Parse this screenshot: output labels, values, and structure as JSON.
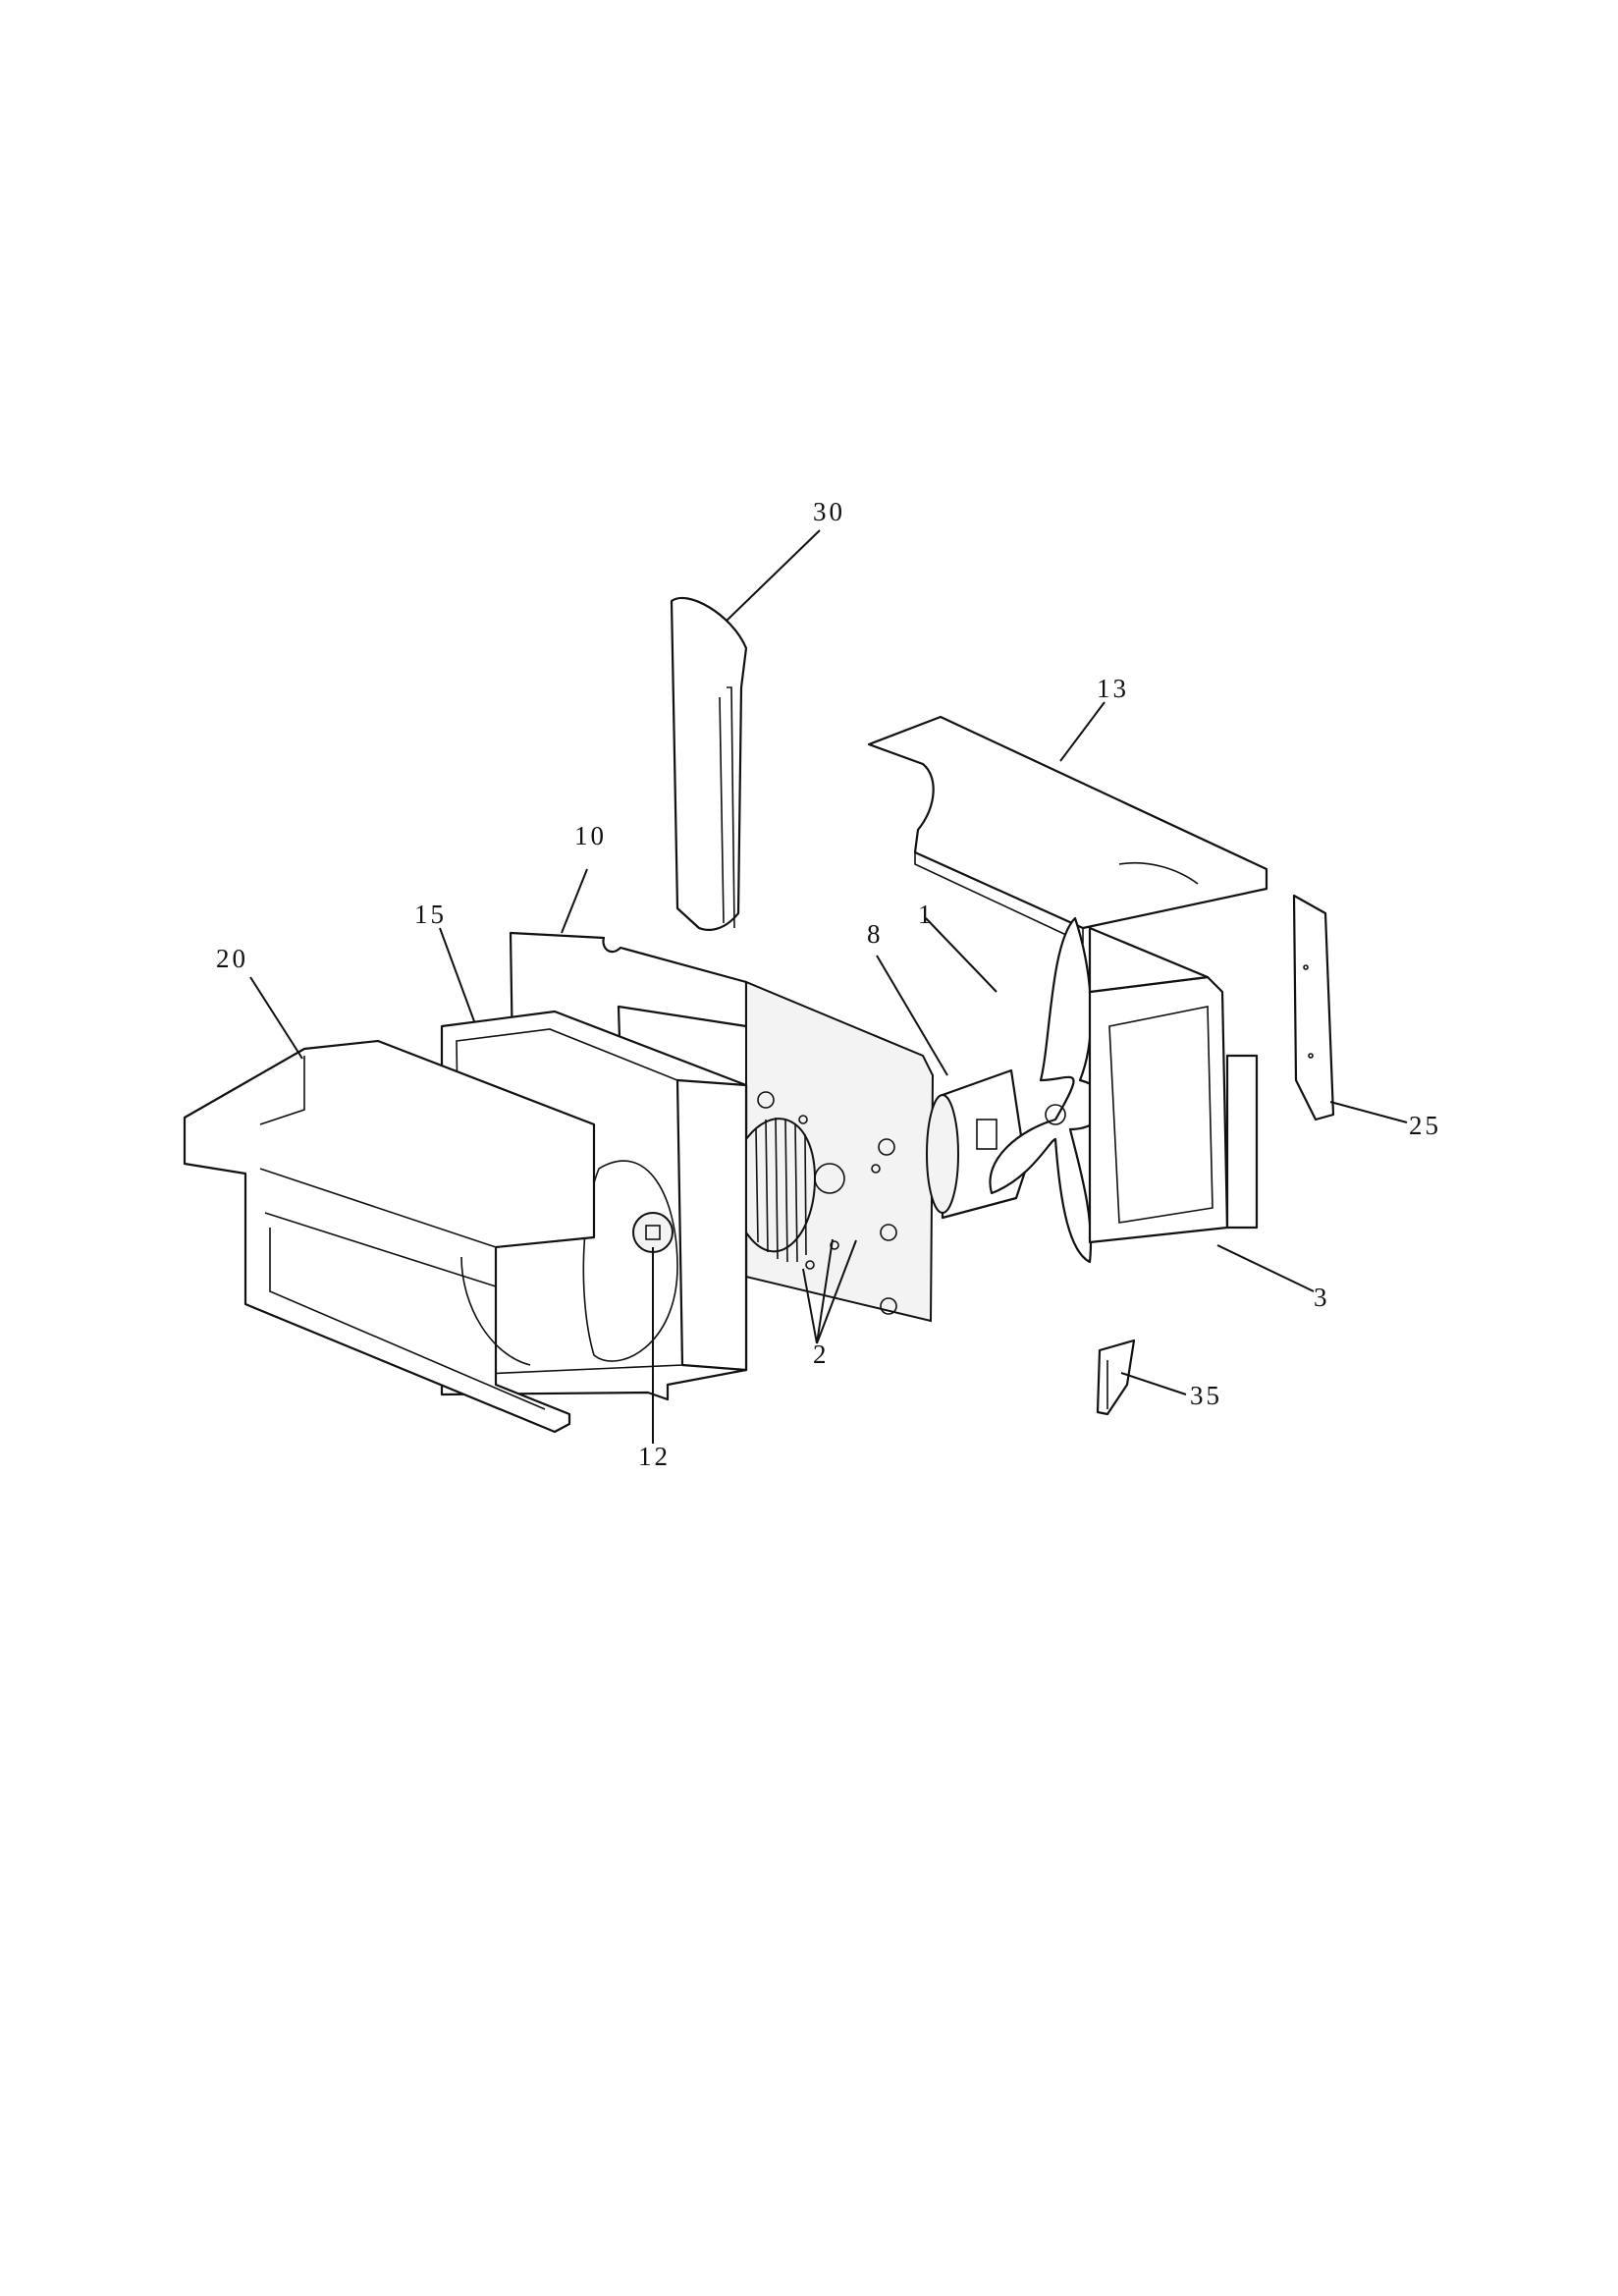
{
  "diagram": {
    "callouts": [
      {
        "id": "30",
        "text": "30"
      },
      {
        "id": "13",
        "text": "13"
      },
      {
        "id": "10",
        "text": "10"
      },
      {
        "id": "15",
        "text": "15"
      },
      {
        "id": "20",
        "text": "20"
      },
      {
        "id": "8",
        "text": "8"
      },
      {
        "id": "1",
        "text": "1"
      },
      {
        "id": "25",
        "text": "25"
      },
      {
        "id": "3",
        "text": "3"
      },
      {
        "id": "2",
        "text": "2"
      },
      {
        "id": "35",
        "text": "35"
      },
      {
        "id": "12",
        "text": "12"
      }
    ],
    "line_color": "#111111",
    "background": "#ffffff"
  }
}
